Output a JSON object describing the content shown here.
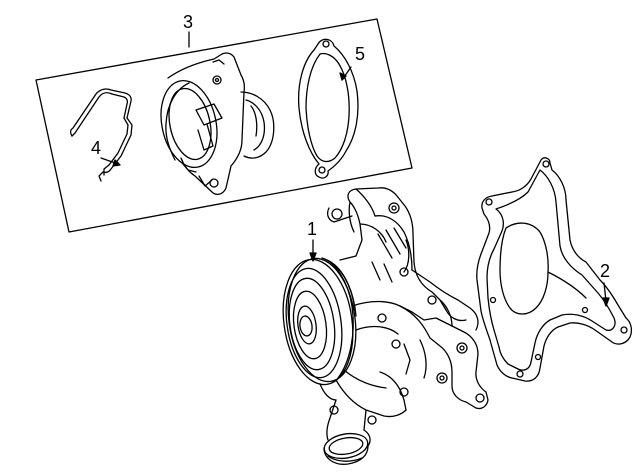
{
  "callouts": [
    {
      "id": "c1",
      "label": "1"
    },
    {
      "id": "c2",
      "label": "2"
    },
    {
      "id": "c3",
      "label": "3"
    },
    {
      "id": "c4",
      "label": "4"
    },
    {
      "id": "c5",
      "label": "5"
    }
  ],
  "colors": {
    "line": "#000000",
    "background": "#ffffff"
  }
}
